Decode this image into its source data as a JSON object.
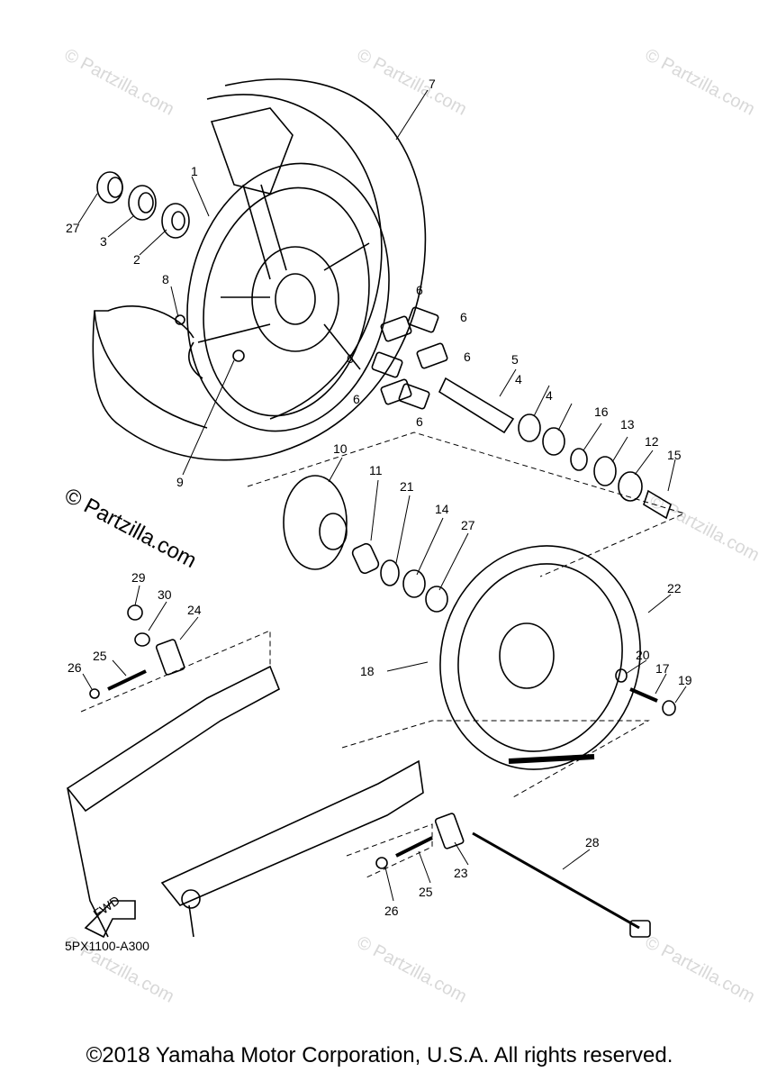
{
  "diagram": {
    "diagram_code": "5PX1100-A300",
    "fwd_label": "FWD",
    "watermark": "© Partzilla.com",
    "copyright": "©2018 Yamaha Motor Corporation, U.S.A. All rights reserved.",
    "callouts": [
      {
        "id": "c1",
        "label": "1"
      },
      {
        "id": "c2",
        "label": "2"
      },
      {
        "id": "c3",
        "label": "3"
      },
      {
        "id": "c4a",
        "label": "4"
      },
      {
        "id": "c4b",
        "label": "4"
      },
      {
        "id": "c5",
        "label": "5"
      },
      {
        "id": "c6a",
        "label": "6"
      },
      {
        "id": "c6b",
        "label": "6"
      },
      {
        "id": "c6c",
        "label": "6"
      },
      {
        "id": "c6d",
        "label": "6"
      },
      {
        "id": "c6e",
        "label": "6"
      },
      {
        "id": "c6f",
        "label": "6"
      },
      {
        "id": "c7",
        "label": "7"
      },
      {
        "id": "c8",
        "label": "8"
      },
      {
        "id": "c9",
        "label": "9"
      },
      {
        "id": "c10",
        "label": "10"
      },
      {
        "id": "c11",
        "label": "11"
      },
      {
        "id": "c12",
        "label": "12"
      },
      {
        "id": "c13",
        "label": "13"
      },
      {
        "id": "c14",
        "label": "14"
      },
      {
        "id": "c15",
        "label": "15"
      },
      {
        "id": "c16",
        "label": "16"
      },
      {
        "id": "c17",
        "label": "17"
      },
      {
        "id": "c18",
        "label": "18"
      },
      {
        "id": "c19",
        "label": "19"
      },
      {
        "id": "c20",
        "label": "20"
      },
      {
        "id": "c21",
        "label": "21"
      },
      {
        "id": "c22",
        "label": "22"
      },
      {
        "id": "c23",
        "label": "23"
      },
      {
        "id": "c24",
        "label": "24"
      },
      {
        "id": "c25a",
        "label": "25"
      },
      {
        "id": "c25b",
        "label": "25"
      },
      {
        "id": "c26a",
        "label": "26"
      },
      {
        "id": "c26b",
        "label": "26"
      },
      {
        "id": "c27a",
        "label": "27"
      },
      {
        "id": "c27b",
        "label": "27"
      },
      {
        "id": "c28",
        "label": "28"
      },
      {
        "id": "c29",
        "label": "29"
      },
      {
        "id": "c30",
        "label": "30"
      }
    ]
  }
}
